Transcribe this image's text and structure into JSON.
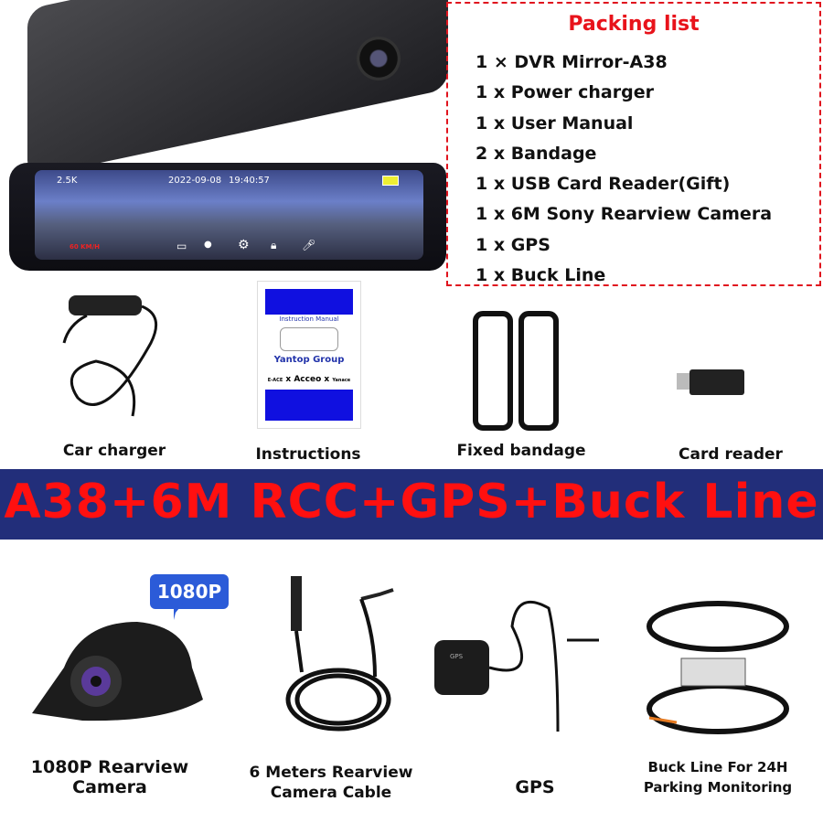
{
  "packing_list": {
    "title": "Packing list",
    "items": [
      "1 × DVR Mirror-A38",
      "1 x Power charger",
      "1 x User Manual",
      "2 x Bandage",
      "1 x USB Card Reader(Gift)",
      "1 x 6M Sony Rearview Camera",
      "1 x GPS",
      "1 x Buck Line"
    ]
  },
  "mirror_screen": {
    "resolution": "2.5K",
    "date": "2022-09-08",
    "time": "19:40:57",
    "speed": "60 KM/H"
  },
  "manual": {
    "heading": "Instruction Manual",
    "brand": "Yantop Group",
    "partners": [
      "E-ACE",
      "x",
      "Acceo",
      "x",
      "Yanace"
    ]
  },
  "accessories": [
    "Car charger",
    "Instructions",
    "Fixed bandage",
    "Card reader"
  ],
  "banner": {
    "text": "A38+6M RCC+GPS+Buck Line",
    "bg": "#222e7a",
    "color": "#ff1010"
  },
  "bundle": {
    "badge": "1080P",
    "items": [
      {
        "line1": "1080P Rearview",
        "line2": "Camera"
      },
      {
        "line1": "6 Meters Rearview",
        "line2": "Camera Cable"
      },
      {
        "line1": "GPS",
        "line2": ""
      },
      {
        "line1": "Buck Line For 24H",
        "line2": "Parking Monitoring"
      }
    ],
    "gps_module_label": "GPS"
  }
}
